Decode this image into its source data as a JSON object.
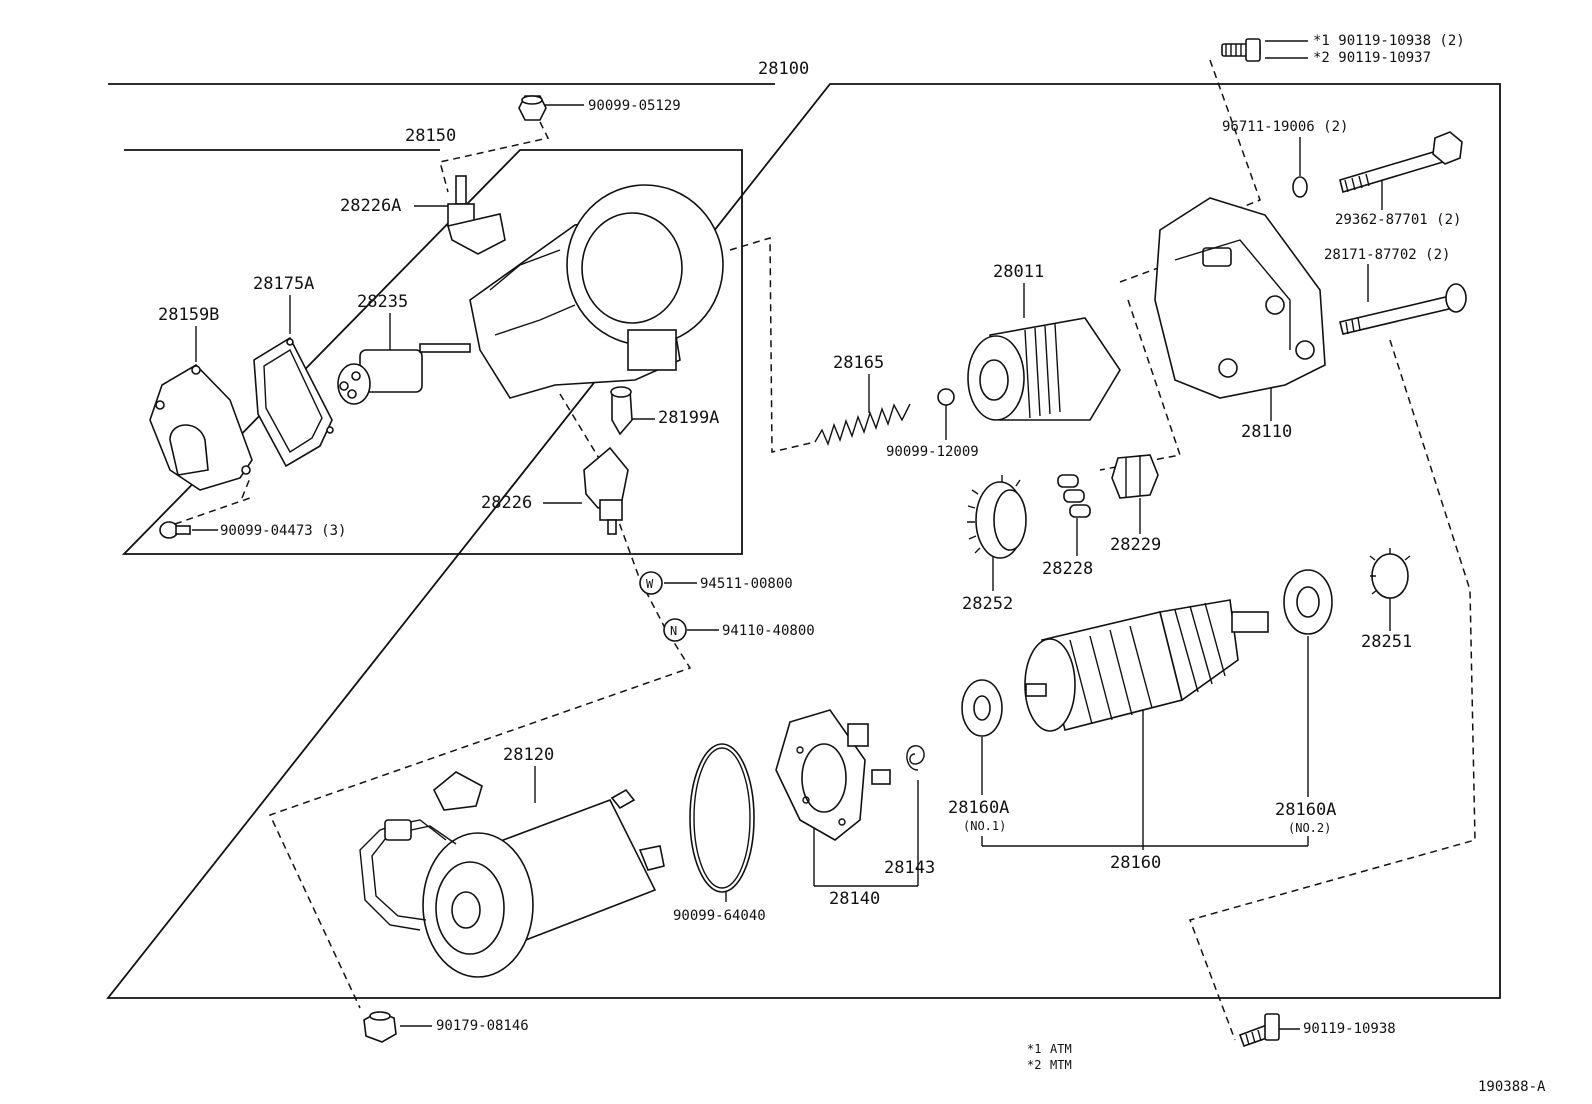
{
  "diagram_id": "190388-A",
  "footnotes": [
    {
      "mark": "*1",
      "text": "ATM"
    },
    {
      "mark": "*2",
      "text": "MTM"
    }
  ],
  "labels": {
    "assembly": "28100",
    "housing_assy": "28150",
    "bolt_top": "*1  90119-10938 (2)",
    "bolt_top_alt": "*2  90119-10937",
    "nut_top": "90099-05129",
    "contact_a": "28226A",
    "cover": "28159B",
    "gasket": "28175A",
    "plunger": "28235",
    "holder": "28199A",
    "contact": "28226",
    "screw_cover": "90099-04473 (3)",
    "washer": "94511-00800",
    "nut_n": "94110-40800",
    "spring": "28165",
    "ball": "90099-12009",
    "clutch": "28011",
    "oring_small": "96711-19006 (2)",
    "through_bolt": "29362-87701 (2)",
    "through_bolt_2": "28171-87702 (2)",
    "housing": "28110",
    "gear_idle": "28252",
    "rollers": "28228",
    "retainer": "28229",
    "gear_small": "28251",
    "yoke": "28120",
    "oring_big": "90099-64040",
    "brush_holder": "28140",
    "brush_spring": "28143",
    "bearing_1": "28160A",
    "bearing_1_note": "(NO.1)",
    "bearing_2": "28160A",
    "bearing_2_note": "(NO.2)",
    "armature": "28160",
    "nut_bottom": "90179-08146",
    "bolt_bottom": "90119-10938"
  }
}
